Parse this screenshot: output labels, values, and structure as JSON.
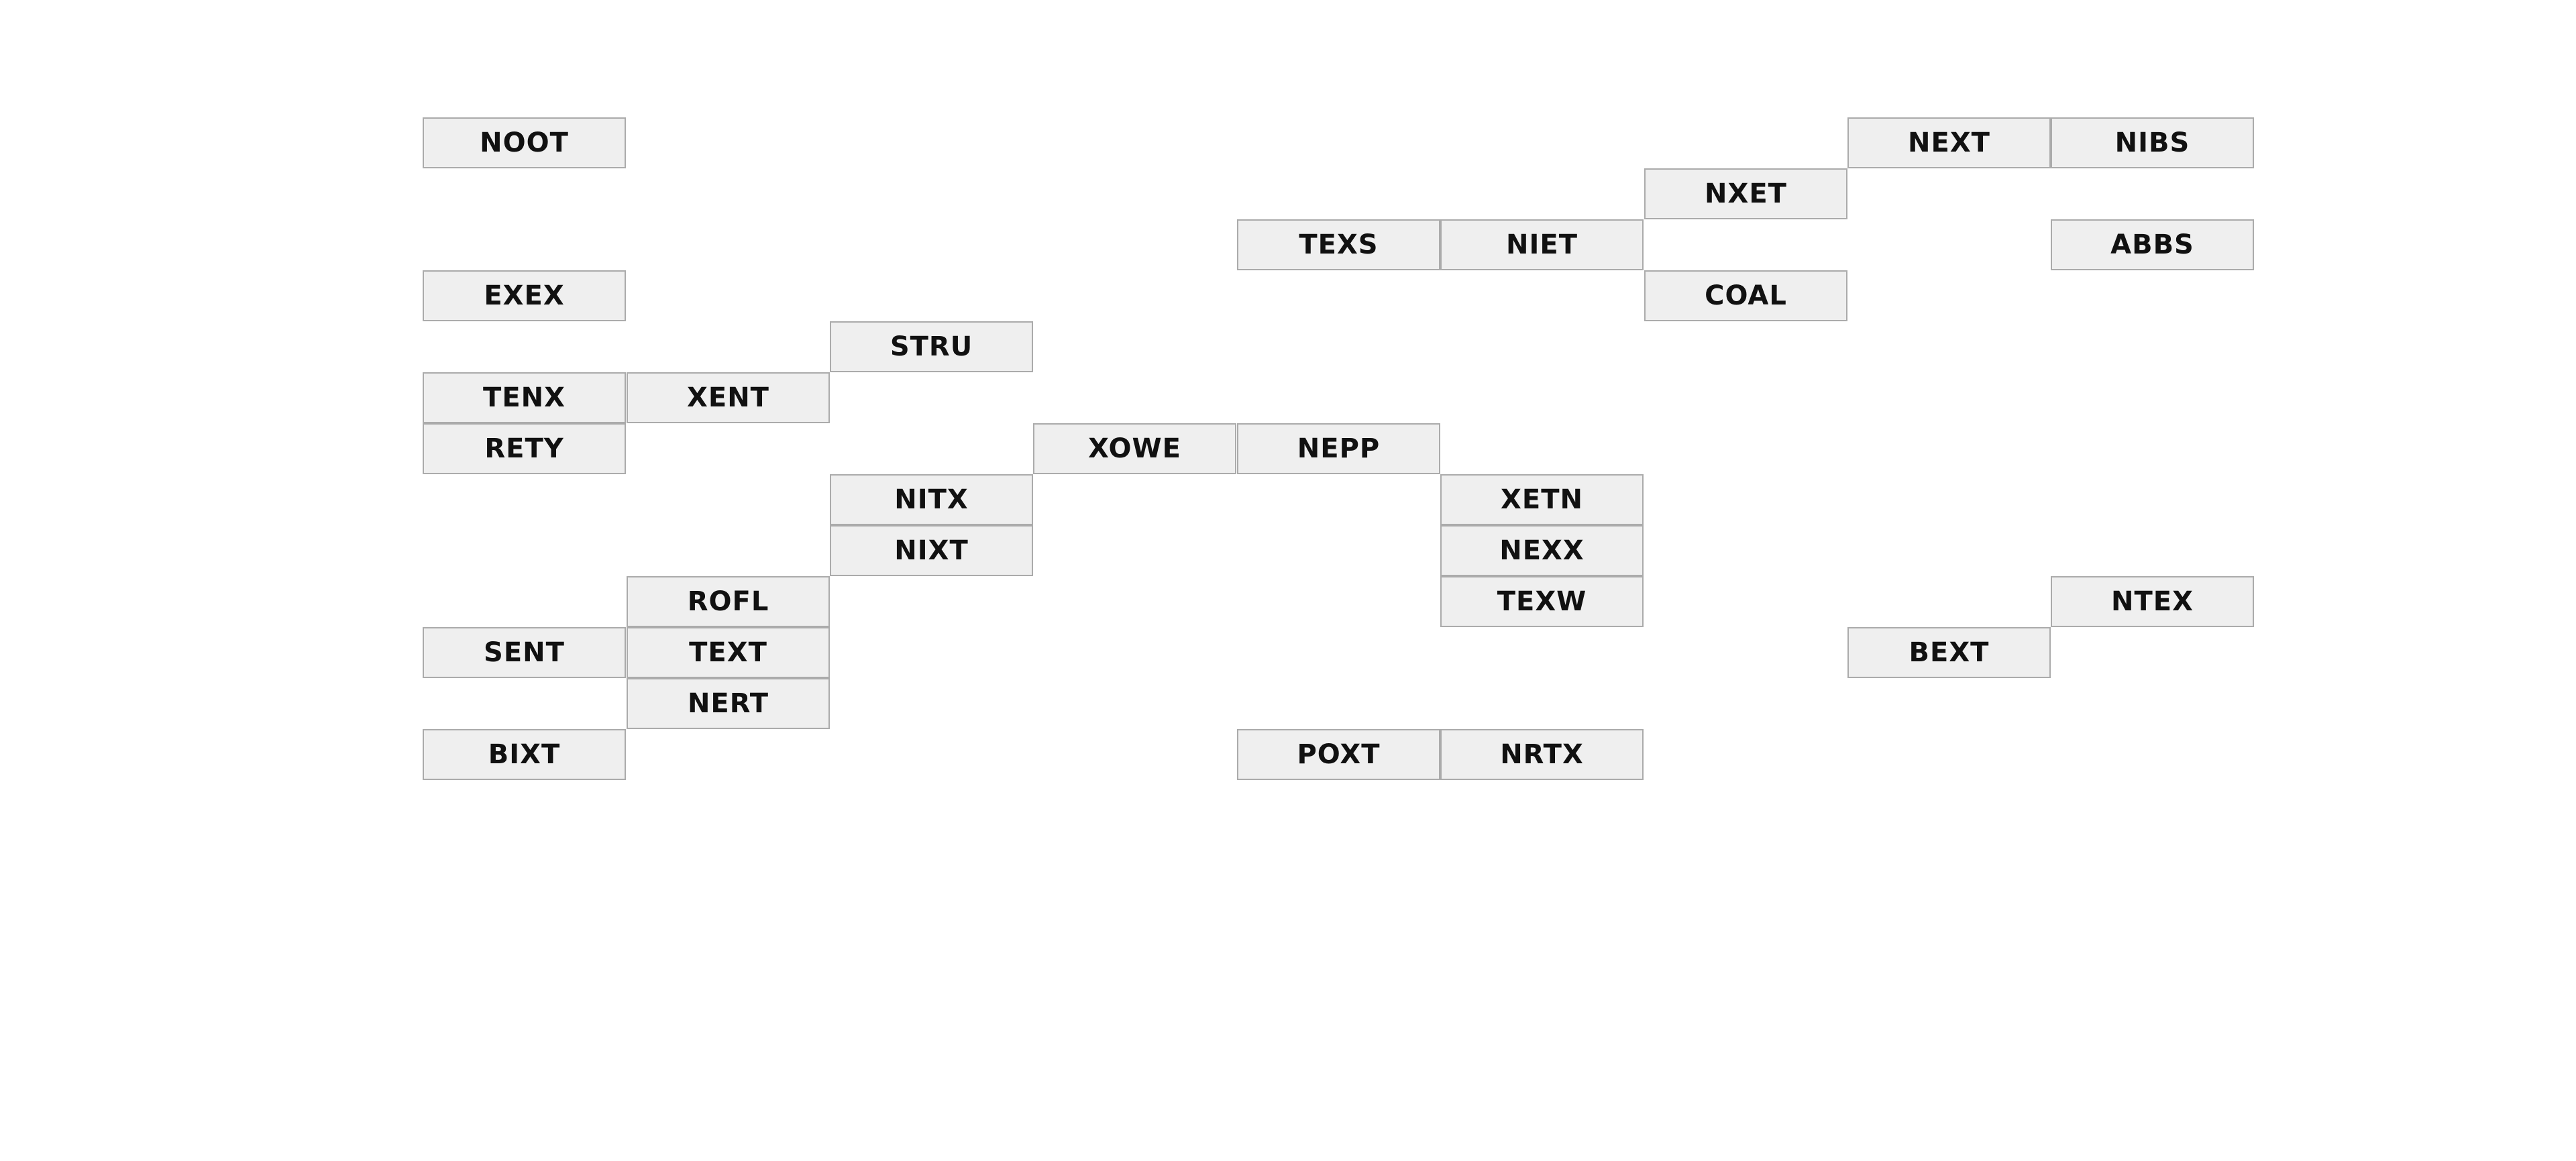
{
  "tiles": [
    {
      "id": "noot",
      "label": "NOOT"
    },
    {
      "id": "next",
      "label": "NEXT"
    },
    {
      "id": "nibs",
      "label": "NIBS"
    },
    {
      "id": "nxet",
      "label": "NXET"
    },
    {
      "id": "texs",
      "label": "TEXS"
    },
    {
      "id": "niet",
      "label": "NIET"
    },
    {
      "id": "abbs",
      "label": "ABBS"
    },
    {
      "id": "exex",
      "label": "EXEX"
    },
    {
      "id": "coal",
      "label": "COAL"
    },
    {
      "id": "stru",
      "label": "STRU"
    },
    {
      "id": "tenx",
      "label": "TENX"
    },
    {
      "id": "xent",
      "label": "XENT"
    },
    {
      "id": "rety",
      "label": "RETY"
    },
    {
      "id": "xowe",
      "label": "XOWE"
    },
    {
      "id": "nepp",
      "label": "NEPP"
    },
    {
      "id": "nitx",
      "label": "NITX"
    },
    {
      "id": "xetn",
      "label": "XETN"
    },
    {
      "id": "nixt",
      "label": "NIXT"
    },
    {
      "id": "nexx",
      "label": "NEXX"
    },
    {
      "id": "rofl",
      "label": "ROFL"
    },
    {
      "id": "texw",
      "label": "TEXW"
    },
    {
      "id": "ntex",
      "label": "NTEX"
    },
    {
      "id": "sent",
      "label": "SENT"
    },
    {
      "id": "text",
      "label": "TEXT"
    },
    {
      "id": "bext",
      "label": "BEXT"
    },
    {
      "id": "nert",
      "label": "NERT"
    },
    {
      "id": "bixt",
      "label": "BIXT"
    },
    {
      "id": "poxt",
      "label": "POXT"
    },
    {
      "id": "nrtx",
      "label": "NRTX"
    }
  ]
}
